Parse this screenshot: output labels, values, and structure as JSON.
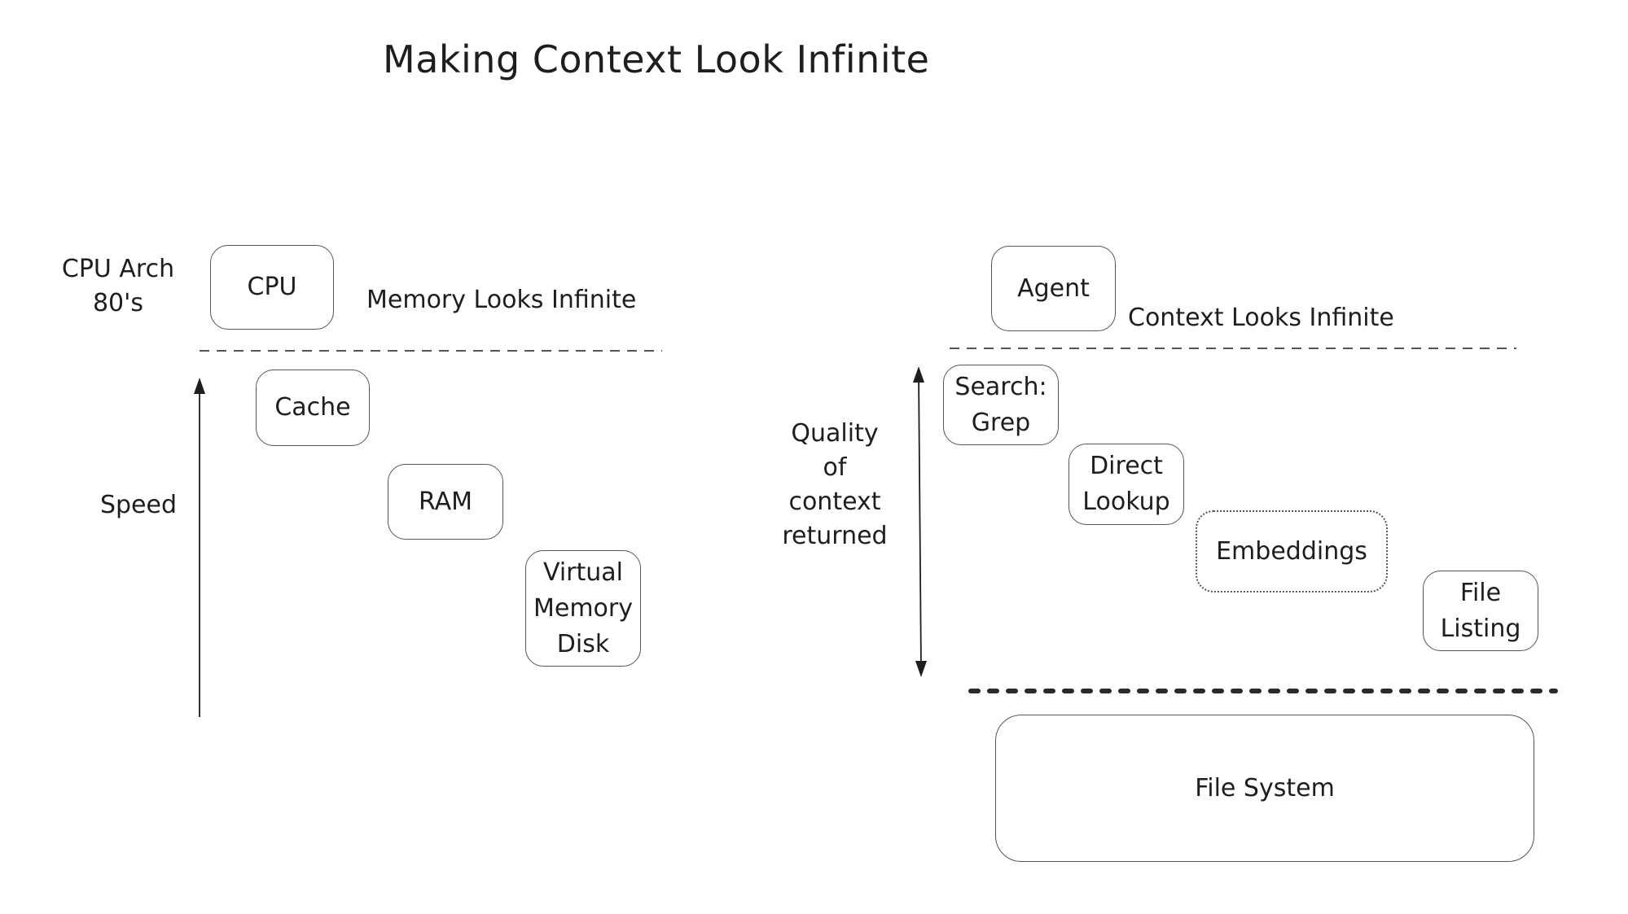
{
  "title": "Making Context Look Infinite",
  "left_panel": {
    "era_label": "CPU Arch\n80's",
    "top_box": "CPU",
    "caption": "Memory Looks Infinite",
    "axis_label": "Speed",
    "axis_direction": "up",
    "tiers": [
      {
        "label": "Cache"
      },
      {
        "label": "RAM"
      },
      {
        "label": "Virtual\nMemory\nDisk"
      }
    ]
  },
  "right_panel": {
    "top_box": "Agent",
    "caption": "Context Looks Infinite",
    "axis_label": "Quality\nof\ncontext\nreturned",
    "axis_direction": "both",
    "tiers": [
      {
        "label": "Search:\nGrep",
        "style": "solid"
      },
      {
        "label": "Direct\nLookup",
        "style": "solid"
      },
      {
        "label": "Embeddings",
        "style": "dotted"
      },
      {
        "label": "File\nListing",
        "style": "solid"
      }
    ],
    "base_box": "File System"
  },
  "colors": {
    "stroke": "#1e1e1e",
    "box_border": "#555555",
    "background": "#ffffff"
  }
}
